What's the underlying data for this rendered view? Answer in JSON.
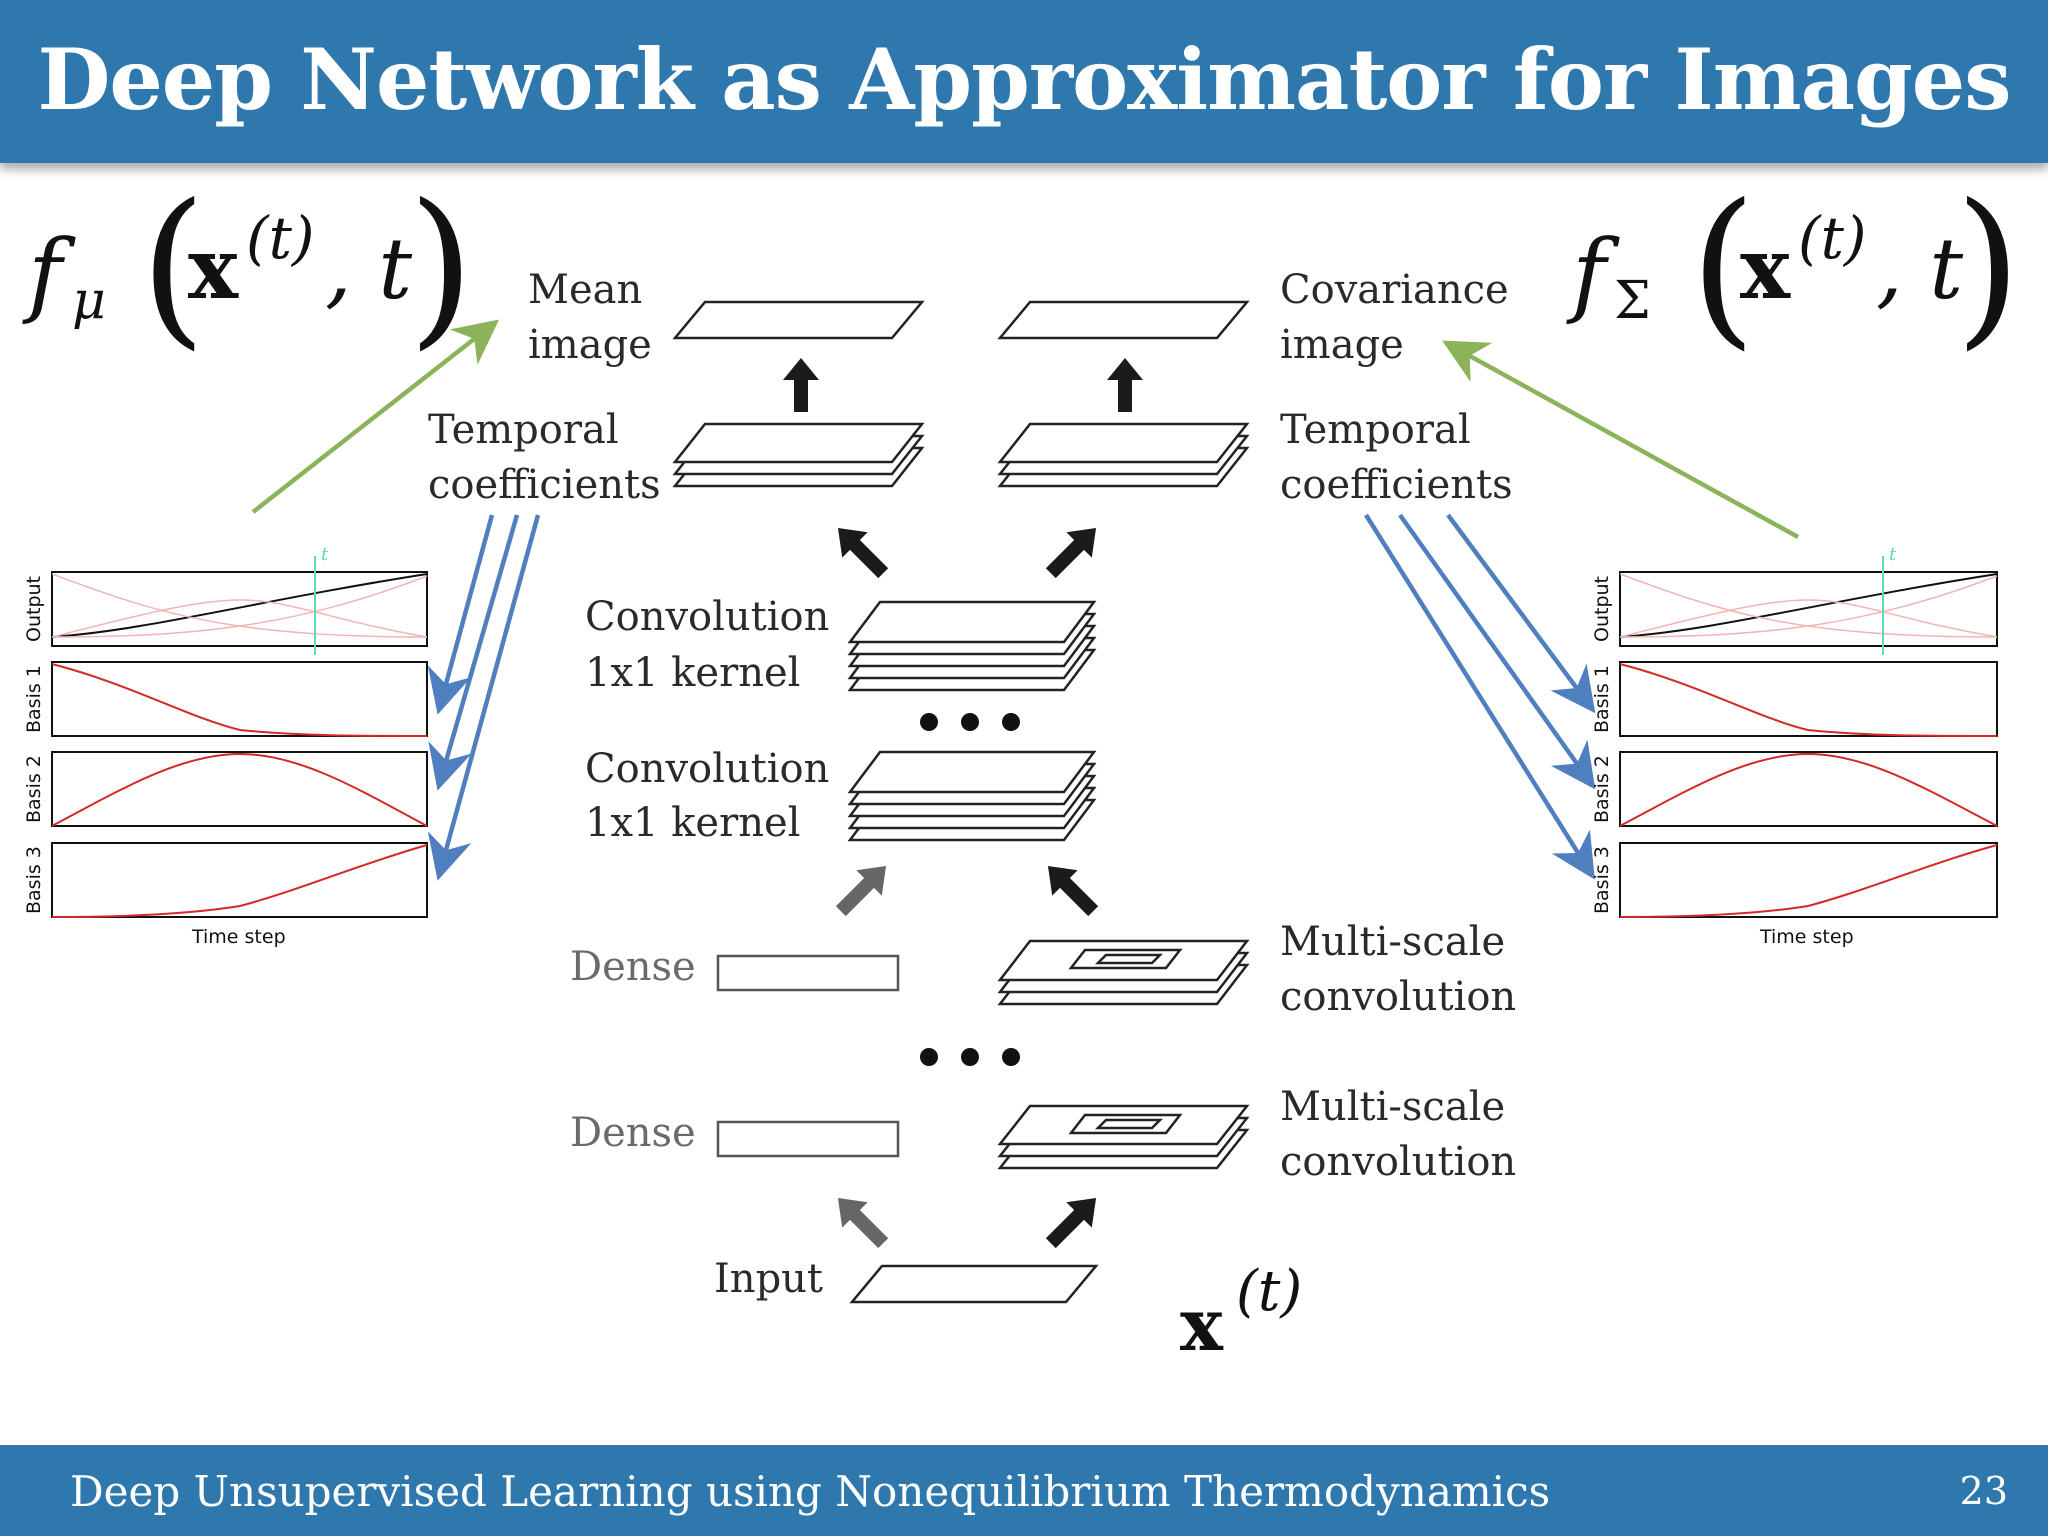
{
  "title": "Deep Network as Approximator for Images",
  "footer": {
    "text": "Deep Unsupervised Learning using Nonequilibrium Thermodynamics",
    "page": "23"
  },
  "formula_left": {
    "f": "f",
    "sub": "μ",
    "x": "x",
    "sup": "(t)",
    "t": ", t"
  },
  "formula_right": {
    "f": "f",
    "sub": "Σ",
    "x": "x",
    "sup": "(t)",
    "t": ", t"
  },
  "formula_input": {
    "x": "x",
    "sup": "(t)"
  },
  "labels": {
    "mean_image": [
      "Mean",
      "image"
    ],
    "covariance_image": [
      "Covariance",
      "image"
    ],
    "temporal_left": [
      "Temporal",
      "coefficients"
    ],
    "temporal_right": [
      "Temporal",
      "coefficients"
    ],
    "conv1": [
      "Convolution",
      "1x1  kernel"
    ],
    "conv2": [
      "Convolution",
      "1x1  kernel"
    ],
    "dense1": "Dense",
    "dense2": "Dense",
    "multiscale1": [
      "Multi-scale",
      "convolution"
    ],
    "multiscale2": [
      "Multi-scale",
      "convolution"
    ],
    "input": "Input"
  },
  "basis_plots": {
    "row_labels": [
      "Output",
      "Basis 1",
      "Basis 2",
      "Basis 3"
    ],
    "xlabel": "Time step",
    "marker": "t"
  },
  "colors": {
    "header": "#2f78ad",
    "green_arrow": "#8cb35a",
    "blue_arrow": "#4f7fbf",
    "basis_curve": "#d62828",
    "time_marker": "#5fd6c0"
  }
}
